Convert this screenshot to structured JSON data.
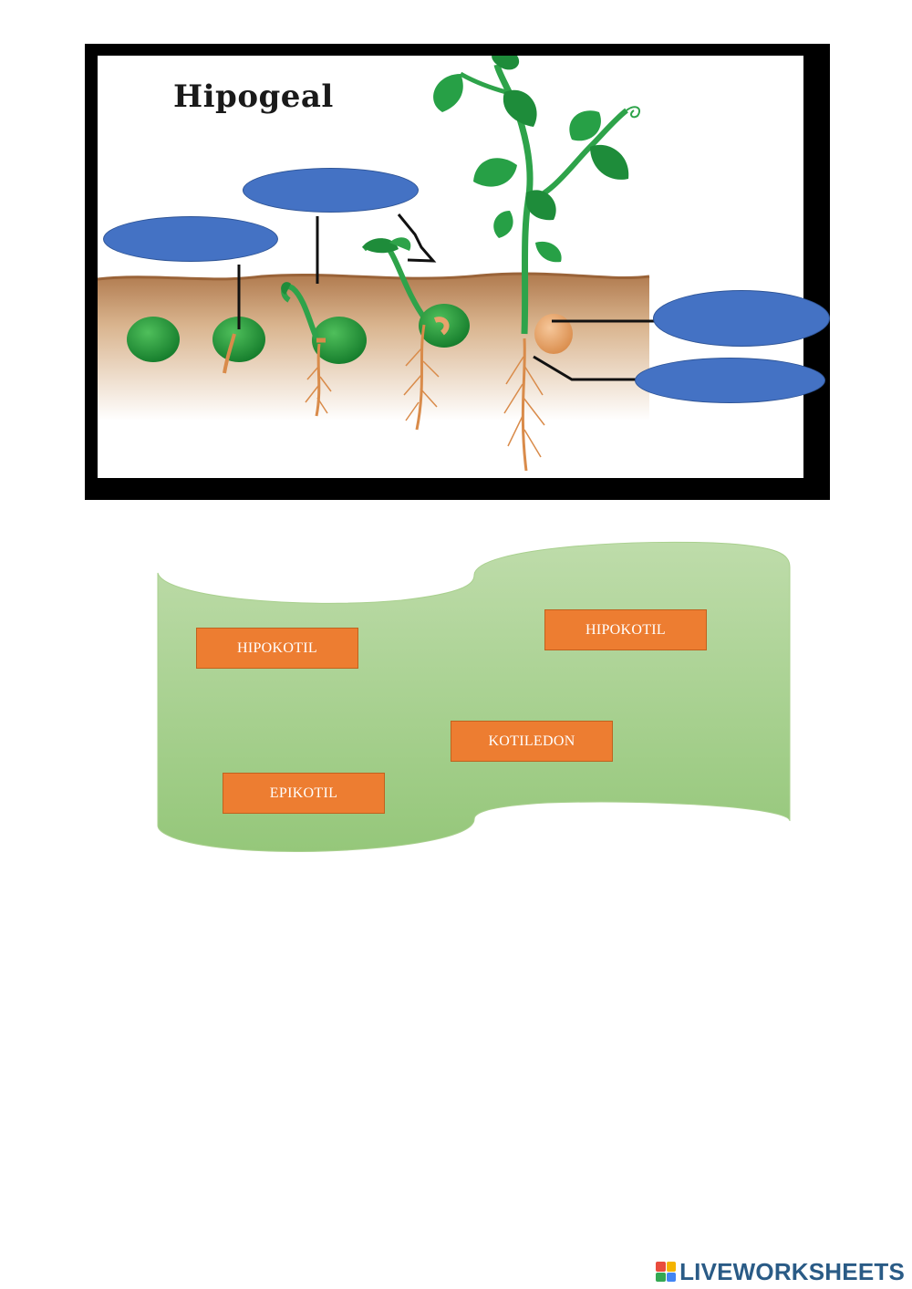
{
  "diagram": {
    "title": "Hipogeal",
    "drop_targets": [
      {
        "id": "target-1"
      },
      {
        "id": "target-2"
      },
      {
        "id": "target-3"
      },
      {
        "id": "target-4"
      }
    ]
  },
  "answer_bank": {
    "chips": [
      {
        "label": "HIPOKOTIL"
      },
      {
        "label": "HIPOKOTIL"
      },
      {
        "label": "KOTILEDON"
      },
      {
        "label": "EPIKOTIL"
      }
    ]
  },
  "footer": {
    "brand": "LIVEWORKSHEETS"
  },
  "colors": {
    "target_fill": "#4472c4",
    "chip_fill": "#ed7d31",
    "bank_fill_top": "#b9d9a4",
    "bank_fill_bottom": "#97c97c",
    "brand": "#2a5b86"
  }
}
